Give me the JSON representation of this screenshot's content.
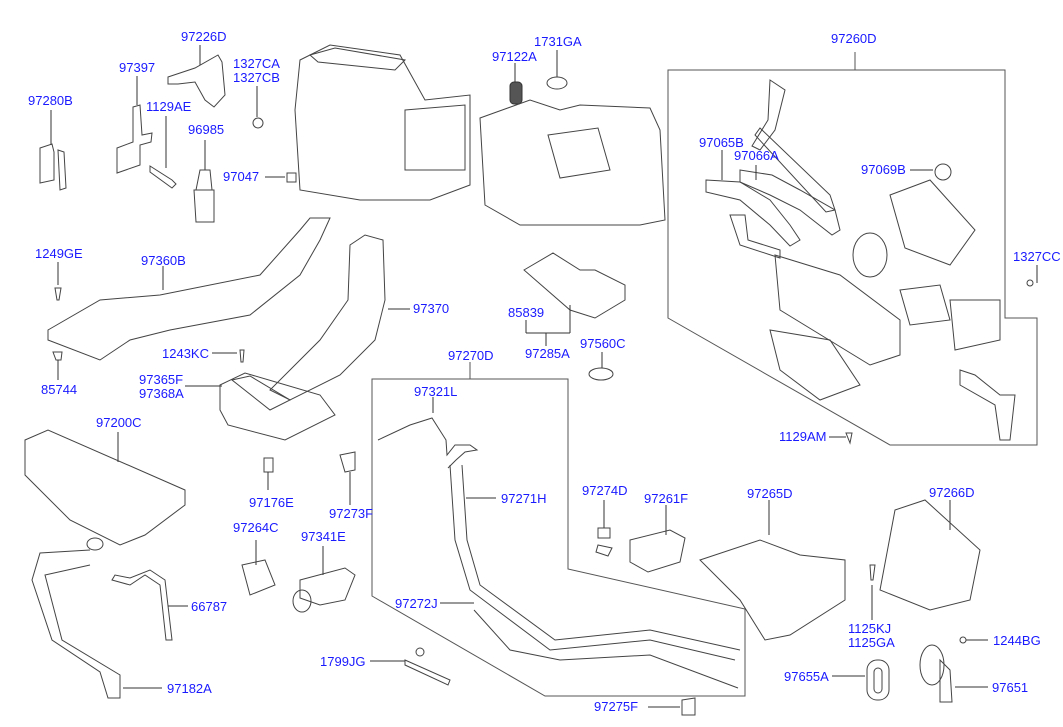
{
  "diagram": {
    "title": "Heater / Ventilation Parts Diagram",
    "label_color": "#1a1aff",
    "line_color": "#444444",
    "parts": {
      "p97280B": "97280B",
      "p97397": "97397",
      "p97226D": "97226D",
      "p1129AE": "1129AE",
      "p1327CA": "1327CA",
      "p1327CB": "1327CB",
      "p96985": "96985",
      "p97047": "97047",
      "p97122A": "97122A",
      "p1731GA": "1731GA",
      "p97260D": "97260D",
      "p97065B": "97065B",
      "p97066A": "97066A",
      "p97069B": "97069B",
      "p1327CC": "1327CC",
      "p1129AM": "1129AM",
      "p1249GE": "1249GE",
      "p97360B": "97360B",
      "p97370": "97370",
      "p85839": "85839",
      "p97285A": "97285A",
      "p97560C": "97560C",
      "p1243KC": "1243KC",
      "p85744": "85744",
      "p97365F": "97365F",
      "p97368A": "97368A",
      "p97270D": "97270D",
      "p97321L": "97321L",
      "p97200C": "97200C",
      "p97176E": "97176E",
      "p97273F": "97273F",
      "p97271H": "97271H",
      "p97274D": "97274D",
      "p97261F": "97261F",
      "p97265D": "97265D",
      "p97266D": "97266D",
      "p97264C": "97264C",
      "p97341E": "97341E",
      "p66787": "66787",
      "p97272J": "97272J",
      "p1125KJ": "1125KJ",
      "p1125GA": "1125GA",
      "p1244BG": "1244BG",
      "p1799JG": "1799JG",
      "p97655A": "97655A",
      "p97651": "97651",
      "p97182A": "97182A",
      "p97275F": "97275F"
    }
  }
}
